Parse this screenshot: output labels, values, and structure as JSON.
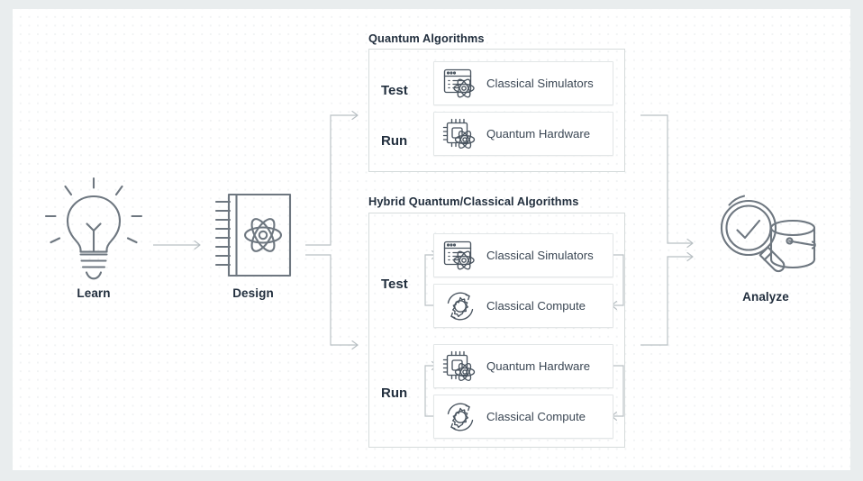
{
  "theme": {
    "page_background": "#e9edee",
    "canvas_background": "#ffffff",
    "dot_grid_color": "#f1f3f4",
    "title_color": "#222f3e",
    "label_color": "#3b4754",
    "icon_stroke": "#687078",
    "connector_color": "#b9c0c4",
    "panel_border": "#d5dbdb",
    "card_border": "#e2e6e7"
  },
  "stages": [
    {
      "id": "learn",
      "label": "Learn",
      "icon": "lightbulb-icon"
    },
    {
      "id": "design",
      "label": "Design",
      "icon": "notebook-atom-icon"
    },
    {
      "id": "analyze",
      "label": "Analyze",
      "icon": "magnifier-check-bucket-icon"
    }
  ],
  "sections": [
    {
      "id": "quantum-algorithms",
      "title": "Quantum Algorithms",
      "rows": [
        {
          "step": "Test",
          "cards": [
            {
              "label": "Classical Simulators",
              "icon": "classical-simulator-icon"
            }
          ]
        },
        {
          "step": "Run",
          "cards": [
            {
              "label": "Quantum Hardware",
              "icon": "quantum-hardware-icon"
            }
          ]
        }
      ]
    },
    {
      "id": "hybrid-quantum-classical-algorithms",
      "title": "Hybrid Quantum/Classical Algorithms",
      "rows": [
        {
          "step": "Test",
          "cards": [
            {
              "label": "Classical Simulators",
              "icon": "classical-simulator-icon"
            },
            {
              "label": "Classical Compute",
              "icon": "classical-compute-icon"
            }
          ]
        },
        {
          "step": "Run",
          "cards": [
            {
              "label": "Quantum Hardware",
              "icon": "quantum-hardware-icon"
            },
            {
              "label": "Classical Compute",
              "icon": "classical-compute-icon"
            }
          ]
        }
      ]
    }
  ],
  "connectors": [
    {
      "id": "learn-to-design",
      "type": "arrow-right"
    },
    {
      "id": "design-to-sections",
      "type": "split-fork-right"
    },
    {
      "id": "sections-to-analyze",
      "type": "merge-fork-right"
    },
    {
      "id": "hybrid-test-loop",
      "type": "feedback-loop"
    },
    {
      "id": "hybrid-run-loop",
      "type": "feedback-loop"
    }
  ]
}
